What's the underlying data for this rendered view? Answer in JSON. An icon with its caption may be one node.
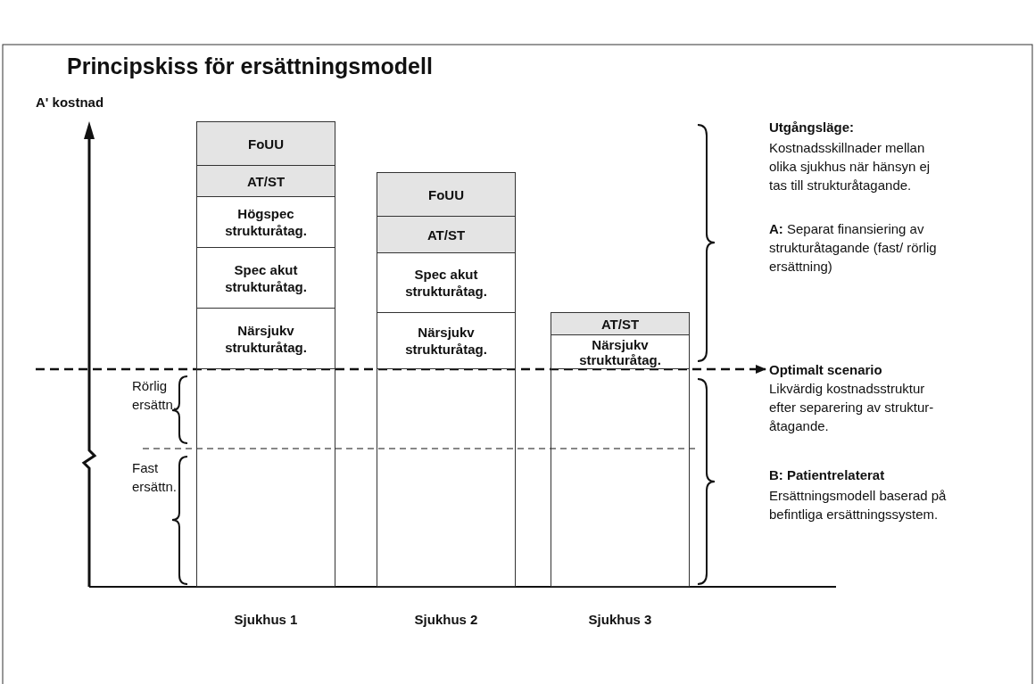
{
  "diagram": {
    "title": "Principskiss för ersättningsmodell",
    "nodes": [
      {
        "text": [
          "FoUU"
        ]
      },
      {
        "text": [
          "AT/ST"
        ]
      },
      {
        "text": [
          "Högspec strukturåtag."
        ]
      },
      {
        "text": [
          "Spec akut strukturåtag."
        ]
      },
      {
        "text": [
          "Närsjukv strukturåtag."
        ]
      },
      {
        "text": [],
        "shape": "box"
      },
      {
        "text": [
          "FoUU"
        ]
      },
      {
        "text": [
          "AT/ST"
        ]
      },
      {
        "text": [
          "Spec akut strukturåtag."
        ]
      },
      {
        "text": [
          "Närsjukv strukturåtag."
        ]
      },
      {
        "text": [],
        "shape": "box"
      },
      {
        "text": [
          "AT/ST"
        ]
      },
      {
        "text": [
          "Närsjukv strukturåtag."
        ]
      },
      {
        "text": [],
        "shape": "box"
      },
      {
        "text": [
          "Optimalt scenario",
          "Likvärdig kostnadsstruktur efter separering av struktur-åtagande."
        ]
      }
    ],
    "edges": [
      {
        "from": null,
        "to": 14,
        "arrow": "to",
        "style": "dashed"
      }
    ],
    "labels": [
      "A' kostnad",
      "Utgångsläge:",
      "Kostnadsskillnader mellan olika sjukhus när hänsyn ej tas till strukturåtagande.",
      "**A:** Separat finansiering av strukturåtagande (fast/ rörlig ersättning)",
      "Rörlig ersättn.",
      "Fast ersättn.",
      "B: Patientrelaterat",
      "Ersättningsmodell baserad på befintliga ersättningssystem.",
      "Sjukhus 1",
      "Sjukhus 2",
      "Sjukhus 3"
    ]
  }
}
